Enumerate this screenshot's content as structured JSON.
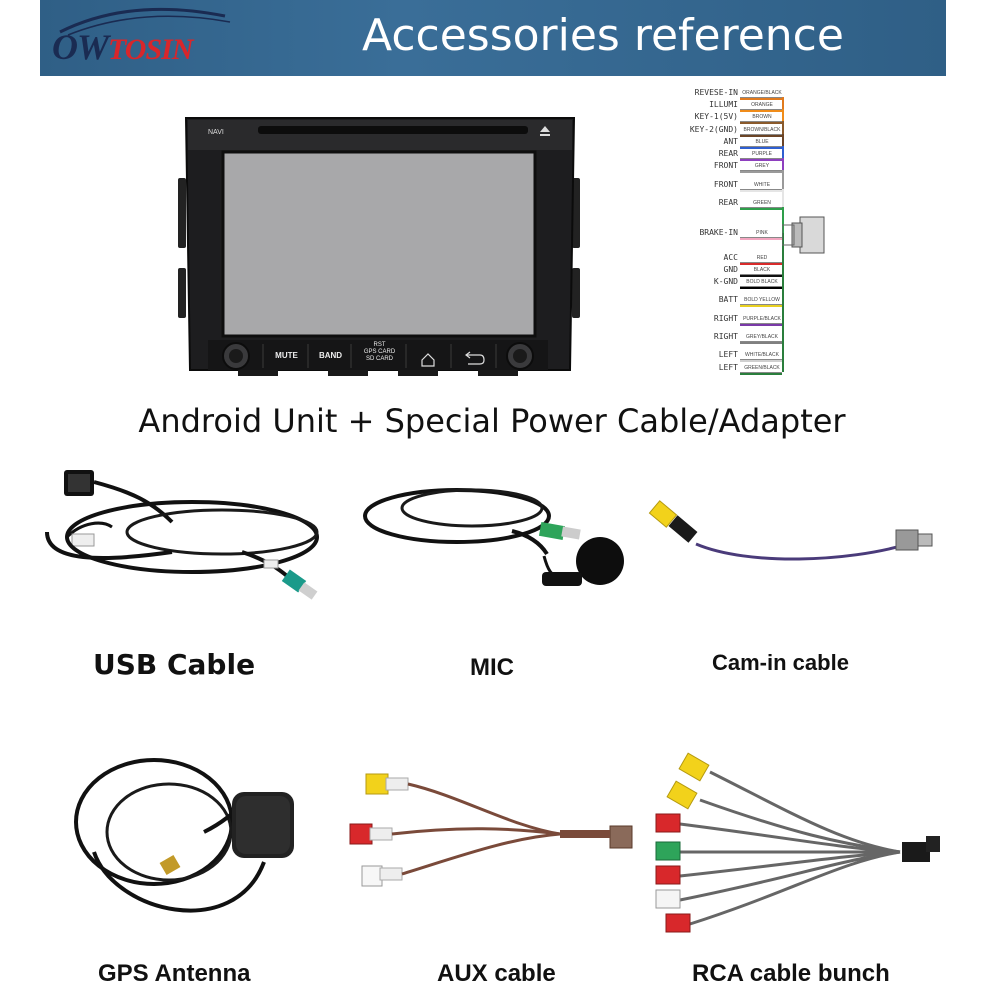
{
  "brand": {
    "logo_text_a": "OW",
    "logo_text_b": "TOSIN"
  },
  "banner": {
    "title": "Accessories reference"
  },
  "unit": {
    "buttons": [
      "MUTE",
      "BAND",
      "RST\nGPS CARD\nSD CARD"
    ],
    "navi_label": "NAVI",
    "caption": "Android Unit + Special Power Cable/Adapter"
  },
  "harness": {
    "wires": [
      {
        "label": "REVESE-IN",
        "color": "ORANGE/BLACK",
        "hex": "#e07a1e"
      },
      {
        "label": "ILLUMI",
        "color": "ORANGE",
        "hex": "#f08c1a"
      },
      {
        "label": "KEY-1(5V)",
        "color": "BROWN",
        "hex": "#8a5a2b"
      },
      {
        "label": "KEY-2(GND)",
        "color": "BROWN/BLACK",
        "hex": "#6b4426"
      },
      {
        "label": "ANT",
        "color": "BLUE",
        "hex": "#2f5fd0"
      },
      {
        "label": "REAR",
        "color": "PURPLE",
        "hex": "#8e3fbf"
      },
      {
        "label": "FRONT",
        "color": "GREY",
        "hex": "#9a9a9a"
      },
      {
        "label": "FRONT",
        "color": "WHITE",
        "hex": "#e5e5e5"
      },
      {
        "label": "REAR",
        "color": "GREEN",
        "hex": "#2e9e4a"
      },
      {
        "label": "BRAKE-IN",
        "color": "PINK",
        "hex": "#f3a6c0"
      },
      {
        "label": "ACC",
        "color": "RED",
        "hex": "#d82b2b"
      },
      {
        "label": "GND",
        "color": "BLACK",
        "hex": "#111111"
      },
      {
        "label": "K-GND",
        "color": "BOLD BLACK",
        "hex": "#000000"
      },
      {
        "label": "BATT",
        "color": "BOLD YELLOW",
        "hex": "#e8d020"
      },
      {
        "label": "RIGHT",
        "color": "PURPLE/BLACK",
        "hex": "#7a3aa8"
      },
      {
        "label": "RIGHT",
        "color": "GREY/BLACK",
        "hex": "#808080"
      },
      {
        "label": "LEFT",
        "color": "WHITE/BLACK",
        "hex": "#d0d0d0"
      },
      {
        "label": "LEFT",
        "color": "GREEN/BLACK",
        "hex": "#2a7e3c"
      }
    ]
  },
  "accessories": {
    "usb": "USB Cable",
    "mic": "MIC",
    "cam": "Cam-in cable",
    "gps": "GPS Antenna",
    "aux": "AUX cable",
    "rca": "RCA cable bunch"
  },
  "colors": {
    "banner": "#2f5f86",
    "rca_yellow": "#f2d21b",
    "rca_red": "#d8282b",
    "rca_white": "#f2f2f2",
    "rca_green": "#2ea45a",
    "teal": "#1b9a8a"
  }
}
